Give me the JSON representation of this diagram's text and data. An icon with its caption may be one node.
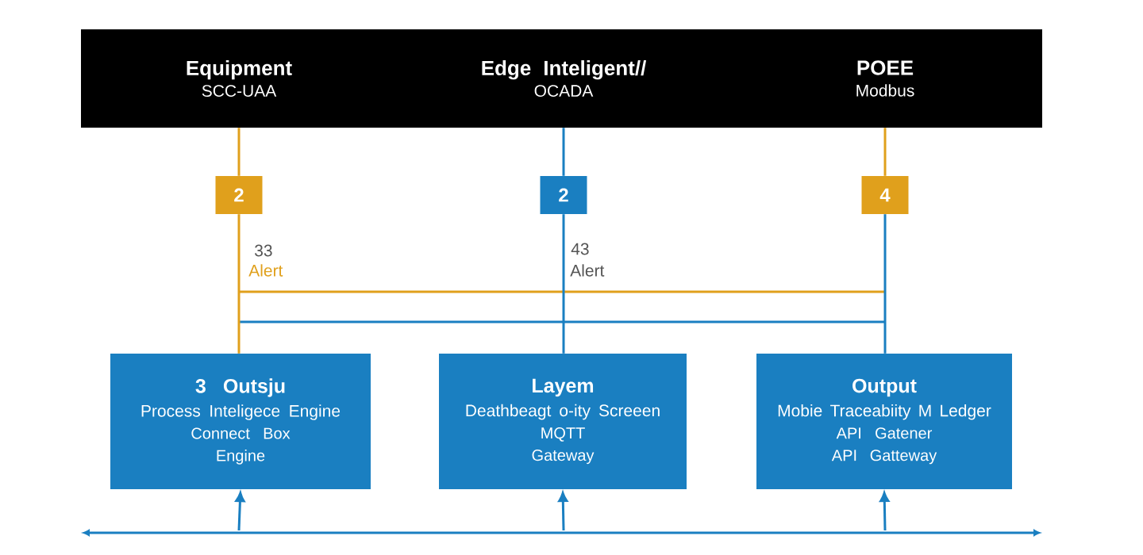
{
  "diagram": {
    "nodes": [
      {
        "text": [],
        "shape": "bar"
      },
      {
        "text": [
          "Equipment",
          "SCC-UAA"
        ],
        "in": 0
      },
      {
        "text": [
          "Edge Inteligent//",
          "OCADA"
        ],
        "in": 0
      },
      {
        "text": [
          "POEE",
          "Modbus"
        ],
        "in": 0
      },
      {
        "text": [
          "2"
        ]
      },
      {
        "text": [
          "2"
        ]
      },
      {
        "text": [
          "4"
        ]
      },
      {
        "text": [
          "3 Outsju",
          "Process Inteligece Engine",
          "Connect Box",
          "Engine"
        ]
      },
      {
        "text": [
          "Layem",
          "Deathbeagt o-ity Screeen",
          "MQTT",
          "Gateway"
        ]
      },
      {
        "text": [
          "Output",
          "Mobie Traceabiity M Ledger",
          "API Gatener",
          "API Gatteway"
        ]
      }
    ],
    "edges": [
      {
        "from": 1,
        "to": 4,
        "arrow": "none",
        "color": "#e0a01c"
      },
      {
        "from": 2,
        "to": 5,
        "arrow": "none"
      },
      {
        "from": 3,
        "to": 6,
        "arrow": "none",
        "color": "#e0a01c"
      },
      {
        "from": 4,
        "to": 7,
        "arrow": "none",
        "color": "#e0a01c"
      },
      {
        "from": 5,
        "to": 8,
        "arrow": "none"
      },
      {
        "from": 6,
        "to": 9,
        "arrow": "none"
      },
      {
        "from": null,
        "to": 7,
        "arrow": "to"
      },
      {
        "from": null,
        "to": 8,
        "arrow": "to"
      },
      {
        "from": null,
        "to": 9,
        "arrow": "to"
      }
    ],
    "labels": [
      "33",
      "Alert",
      "43",
      "Alert"
    ]
  }
}
